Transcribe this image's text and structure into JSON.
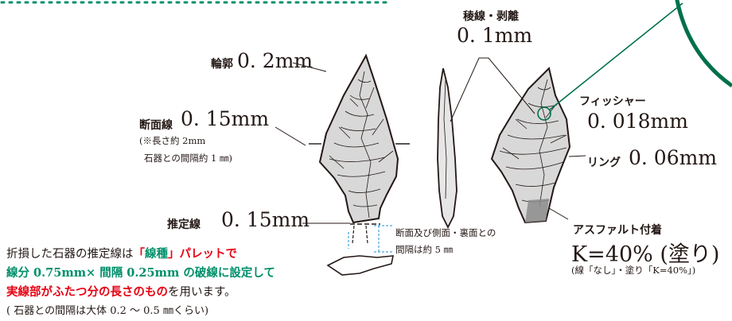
{
  "labels": {
    "ridge_title": "稜線・剥離",
    "ridge_value": "0. 1mm",
    "outline_title": "輪郭",
    "outline_value": "0. 2mm",
    "section_title": "断面線",
    "section_value": "0. 15mm",
    "section_note_1": "(※長さ約 2mm",
    "section_note_2": "石器との間隔約 1 ㎜)",
    "estimate_title": "推定線",
    "estimate_value": "0. 15mm",
    "gap_note_1": "断面及び側面・裏面との",
    "gap_note_2": "間隔は約 5 ㎜",
    "fissure_title": "フィッシャー",
    "fissure_value": "0. 018mm",
    "ring_title": "リング",
    "ring_value": "0. 06mm",
    "asphalt_title": "アスファルト付着",
    "asphalt_value": "K=40% (塗り)",
    "asphalt_note": "(線「なし」・塗り「K=40%」)"
  },
  "paragraph": {
    "line1_a": "折損した石器の推定線は",
    "line1_b": "「",
    "line1_c": "線種",
    "line1_d": "」パレットで",
    "line2": "線分 0.75mm× 間隔 0.25mm の破線に設定して",
    "line3_a": "実線部がふたつ分の長さのもの",
    "line3_b": "を用います。",
    "line4": "( 石器との間隔は大体 0.2 ～ 0.5 ㎜くらい)"
  },
  "colors": {
    "accent_green": "#008f6a",
    "accent_red": "#e60012",
    "line_dark": "#231815",
    "ring_green": "#00704a",
    "guide_blue": "#1d8fd2"
  }
}
